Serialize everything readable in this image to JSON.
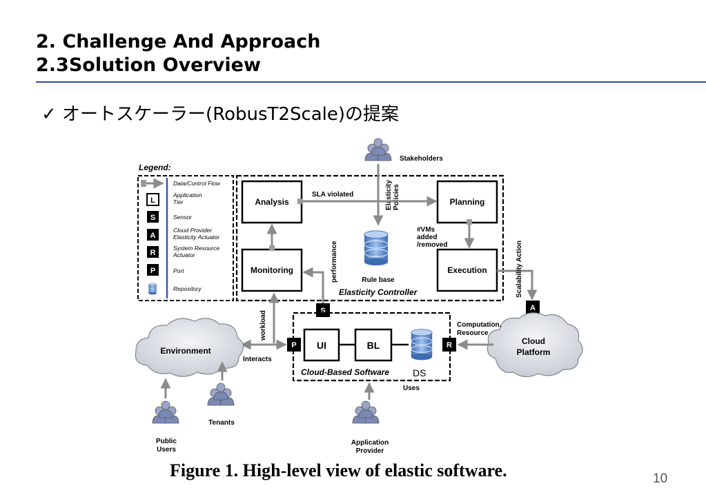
{
  "slide": {
    "title_line1": "2. Challenge And Approach",
    "title_line2": "2.3Solution Overview",
    "bullet": "✓ オートスケーラー(RobusT2Scale)の提案",
    "page_number": "10"
  },
  "figure": {
    "caption": "Figure 1. High-level view of elastic software.",
    "legend": {
      "title": "Legend:",
      "items": [
        {
          "symbol": "",
          "label_lines": [
            "Data/Control Flow"
          ]
        },
        {
          "symbol": "L",
          "label_lines": [
            "Application",
            "Tier"
          ]
        },
        {
          "symbol": "S",
          "label_lines": [
            "Sensor"
          ]
        },
        {
          "symbol": "A",
          "label_lines": [
            "Cloud Provider",
            "Elasticity Actuator"
          ]
        },
        {
          "symbol": "R",
          "label_lines": [
            "System Resource",
            "Actuator"
          ]
        },
        {
          "symbol": "P",
          "label_lines": [
            "Port"
          ]
        },
        {
          "symbol": "",
          "label_lines": [
            "Repository"
          ]
        }
      ]
    },
    "controller": {
      "label": "Elasticity Controller",
      "analysis": "Analysis",
      "planning": "Planning",
      "monitoring": "Monitoring",
      "execution": "Execution",
      "rule_base": "Rule base",
      "sla_violated": "SLA violated",
      "elasticity_policies": [
        "Elasticity",
        "Policies"
      ],
      "vms_lines": [
        "#VMs",
        "added",
        "/removed"
      ]
    },
    "stakeholders": "Stakeholders",
    "performance": "performance",
    "scalability_action": "Scalability Action",
    "workload": "workload",
    "interacts": "Interacts",
    "environment": "Environment",
    "cloud_platform": [
      "Cloud",
      "Platform"
    ],
    "computation_resource": [
      "Computation,",
      "Resource"
    ],
    "software": {
      "label": "Cloud-Based Software",
      "ui": "UI",
      "bl": "BL",
      "ds": "DS",
      "uses": "Uses"
    },
    "ports": {
      "sensor": "S",
      "actuator": "A",
      "port": "P",
      "resource": "R"
    },
    "tenants": "Tenants",
    "public_users": [
      "Public",
      "Users"
    ],
    "application_provider": [
      "Application",
      "Provider"
    ]
  }
}
